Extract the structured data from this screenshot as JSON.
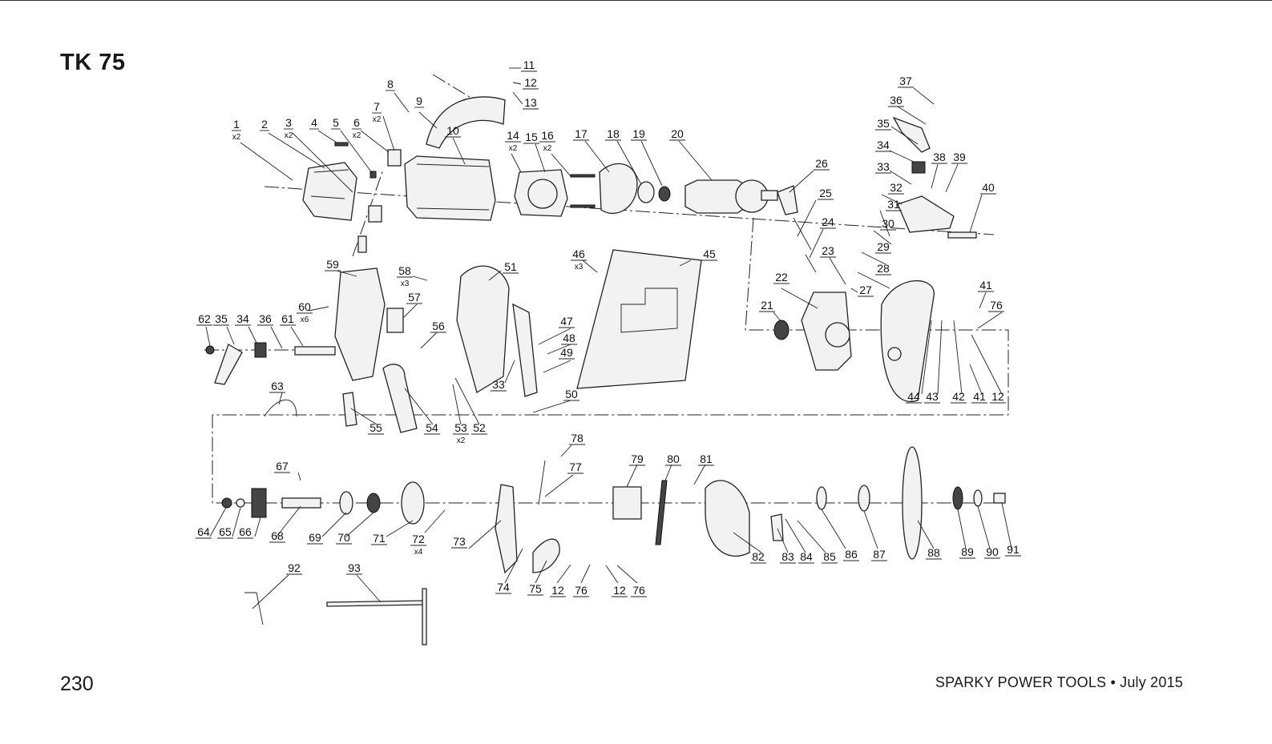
{
  "header": {
    "model": "TK 75"
  },
  "footer": {
    "page": "230",
    "brand": "SPARKY POWER TOOLS • July 2015"
  },
  "parts": [
    {
      "n": "1",
      "q": "x2"
    },
    {
      "n": "2"
    },
    {
      "n": "3",
      "q": "x2"
    },
    {
      "n": "4"
    },
    {
      "n": "5"
    },
    {
      "n": "6",
      "q": "x2"
    },
    {
      "n": "7",
      "q": "x2"
    },
    {
      "n": "8"
    },
    {
      "n": "9"
    },
    {
      "n": "10"
    },
    {
      "n": "11"
    },
    {
      "n": "12"
    },
    {
      "n": "13"
    },
    {
      "n": "14",
      "q": "x2"
    },
    {
      "n": "15"
    },
    {
      "n": "16",
      "q": "x2"
    },
    {
      "n": "17"
    },
    {
      "n": "18"
    },
    {
      "n": "19"
    },
    {
      "n": "20"
    },
    {
      "n": "26"
    },
    {
      "n": "25"
    },
    {
      "n": "24"
    },
    {
      "n": "23"
    },
    {
      "n": "27"
    },
    {
      "n": "22"
    },
    {
      "n": "21"
    },
    {
      "n": "37"
    },
    {
      "n": "36"
    },
    {
      "n": "35"
    },
    {
      "n": "34"
    },
    {
      "n": "33"
    },
    {
      "n": "38"
    },
    {
      "n": "39"
    },
    {
      "n": "40"
    },
    {
      "n": "32"
    },
    {
      "n": "31"
    },
    {
      "n": "30"
    },
    {
      "n": "29"
    },
    {
      "n": "28"
    },
    {
      "n": "41"
    },
    {
      "n": "76"
    },
    {
      "n": "44"
    },
    {
      "n": "43"
    },
    {
      "n": "42"
    },
    {
      "n": "41"
    },
    {
      "n": "12"
    },
    {
      "n": "46",
      "q": "x3"
    },
    {
      "n": "45"
    },
    {
      "n": "59"
    },
    {
      "n": "58",
      "q": "x3"
    },
    {
      "n": "51"
    },
    {
      "n": "57"
    },
    {
      "n": "60",
      "q": "x6"
    },
    {
      "n": "56"
    },
    {
      "n": "47"
    },
    {
      "n": "48"
    },
    {
      "n": "49"
    },
    {
      "n": "33"
    },
    {
      "n": "50"
    },
    {
      "n": "62"
    },
    {
      "n": "35"
    },
    {
      "n": "34"
    },
    {
      "n": "36"
    },
    {
      "n": "61"
    },
    {
      "n": "63"
    },
    {
      "n": "55"
    },
    {
      "n": "54"
    },
    {
      "n": "53",
      "q": "x2"
    },
    {
      "n": "52"
    },
    {
      "n": "67"
    },
    {
      "n": "64"
    },
    {
      "n": "65"
    },
    {
      "n": "66"
    },
    {
      "n": "68"
    },
    {
      "n": "69"
    },
    {
      "n": "70"
    },
    {
      "n": "71"
    },
    {
      "n": "72",
      "q": "x4"
    },
    {
      "n": "73"
    },
    {
      "n": "78"
    },
    {
      "n": "77"
    },
    {
      "n": "79"
    },
    {
      "n": "80"
    },
    {
      "n": "81"
    },
    {
      "n": "74"
    },
    {
      "n": "75"
    },
    {
      "n": "12"
    },
    {
      "n": "76"
    },
    {
      "n": "12"
    },
    {
      "n": "76"
    },
    {
      "n": "82"
    },
    {
      "n": "83"
    },
    {
      "n": "84"
    },
    {
      "n": "85"
    },
    {
      "n": "86"
    },
    {
      "n": "87"
    },
    {
      "n": "88"
    },
    {
      "n": "89"
    },
    {
      "n": "90"
    },
    {
      "n": "91"
    },
    {
      "n": "92"
    },
    {
      "n": "93"
    }
  ]
}
